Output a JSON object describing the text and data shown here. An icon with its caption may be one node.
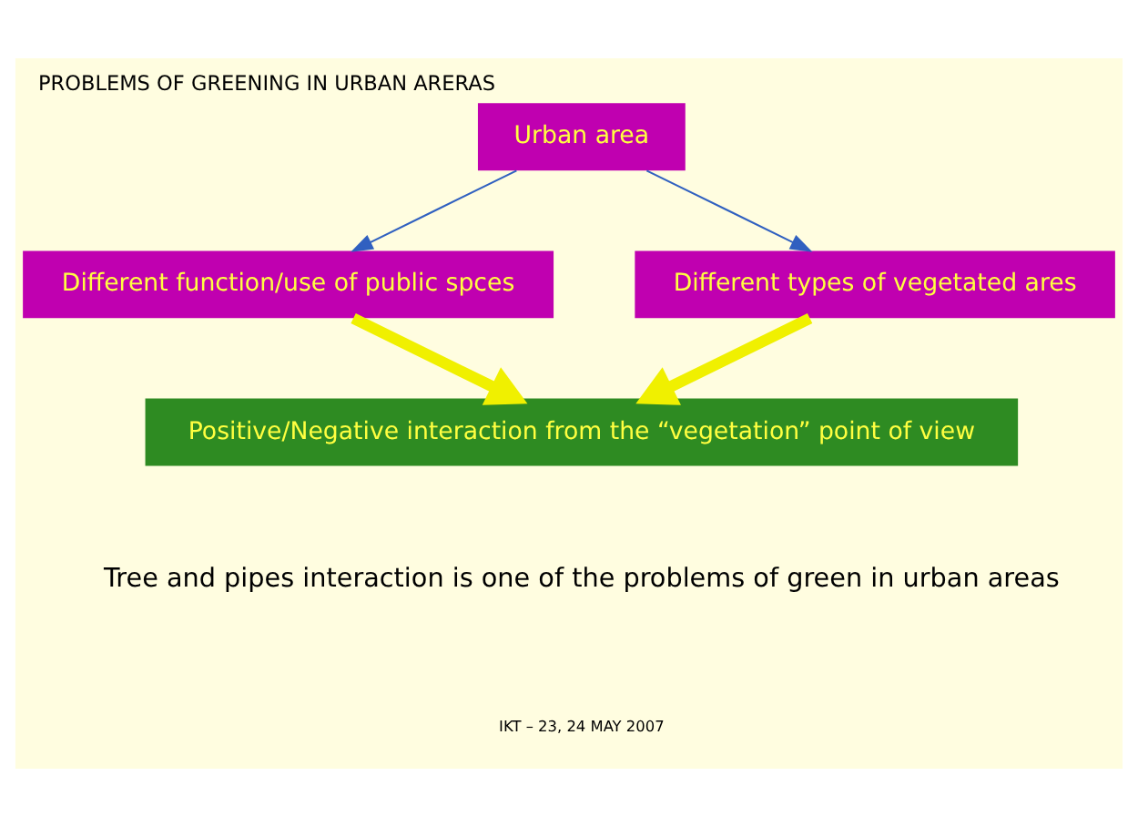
{
  "diagram": {
    "title": "PROBLEMS OF GREENING IN URBAN ARERAS",
    "nodes": [
      {
        "text": [
          "Urban area"
        ]
      },
      {
        "text": [
          "Different function/use of public spces"
        ]
      },
      {
        "text": [
          "Different types of vegetated ares"
        ]
      },
      {
        "text": [
          "Positive/Negative interaction from the “vegetation” point of view"
        ]
      }
    ],
    "edges": [
      {
        "from": 0,
        "to": 1,
        "arrow": "to"
      },
      {
        "from": 0,
        "to": 2,
        "arrow": "to"
      },
      {
        "from": 1,
        "to": 3,
        "arrow": "to",
        "style": "thick",
        "color": "#f0f000"
      },
      {
        "from": 2,
        "to": 3,
        "arrow": "to",
        "style": "thick",
        "color": "#f0f000"
      }
    ],
    "labels": [
      "Tree and pipes interaction is one of the problems of green in urban areas",
      "IKT – 23, 24 MAY 2007"
    ]
  }
}
